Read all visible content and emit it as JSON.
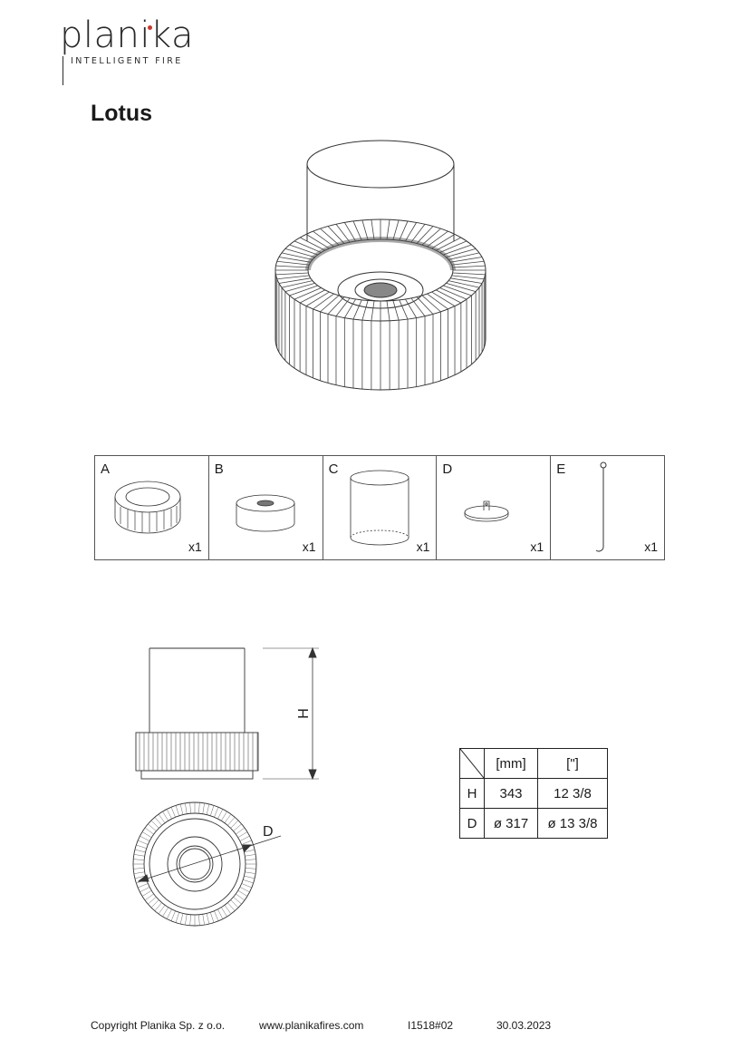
{
  "brand": {
    "name": "planika",
    "tagline": "INTELLIGENT FIRE",
    "accent": "#d0342c"
  },
  "title": "Lotus",
  "parts": [
    {
      "letter": "A",
      "qty": "x1",
      "icon": "burner-base-icon"
    },
    {
      "letter": "B",
      "qty": "x1",
      "icon": "burner-insert-icon"
    },
    {
      "letter": "C",
      "qty": "x1",
      "icon": "glass-cylinder-icon"
    },
    {
      "letter": "D",
      "qty": "x1",
      "icon": "extinguisher-lid-icon"
    },
    {
      "letter": "E",
      "qty": "x1",
      "icon": "hook-tool-icon"
    }
  ],
  "dimension_labels": {
    "height": "H",
    "diameter": "D"
  },
  "dimensions": {
    "headers": [
      "[mm]",
      "[\"]"
    ],
    "rows": [
      {
        "label": "H",
        "mm": "343",
        "inch": "12 3/8"
      },
      {
        "label": "D",
        "mm": "ø 317",
        "inch": "ø 13 3/8"
      }
    ]
  },
  "footer": {
    "copyright": "Copyright Planika Sp. z o.o.",
    "website": "www.planikafires.com",
    "doc_id": "I1518#02",
    "date": "30.03.2023"
  }
}
